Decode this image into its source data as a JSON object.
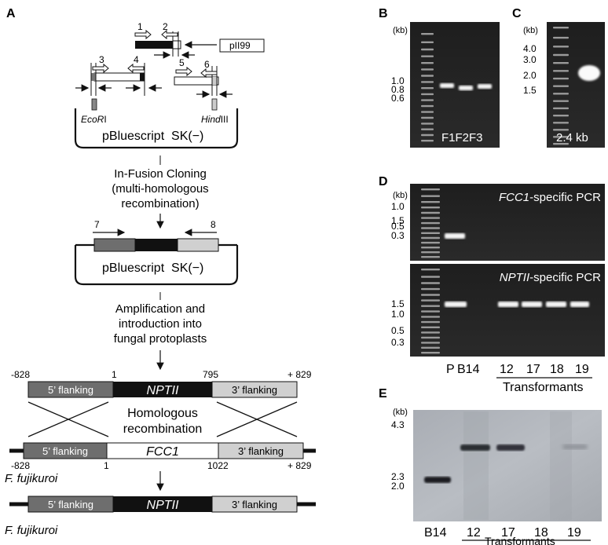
{
  "panels": {
    "A": {
      "label": "A",
      "primers": [
        "1",
        "2",
        "3",
        "4",
        "5",
        "6",
        "7",
        "8"
      ],
      "plasmid_pII99": "pII99",
      "sites": {
        "ecori_italic": "EcoR",
        "ecori_roman": "I",
        "hindiii_italic": "Hind",
        "hindiii_roman": "III"
      },
      "vector": "pBluescript  SK(−)",
      "step1": [
        "In-Fusion Cloning",
        "(multi-homologous",
        "recombination)"
      ],
      "step2": [
        "Amplification and",
        "introduction into",
        "fungal protoplasts"
      ],
      "construct": {
        "left": "-828",
        "start": "1",
        "end": "795",
        "right": "+ 829",
        "flank5": "5’ flanking",
        "marker": "NPTII",
        "flank3": "3’ flanking"
      },
      "homologous": [
        "Homologous",
        "recombination"
      ],
      "genome": {
        "left": "-828",
        "start": "1",
        "end": "1022",
        "right": "+ 829",
        "gene": "FCC1",
        "organism": "F. fujikuroi"
      },
      "result_organism": "F. fujikuroi",
      "colors": {
        "dark_gray": "#6e6e6e",
        "black": "#111111",
        "light_gray": "#cfcfcf"
      }
    },
    "B": {
      "label": "B",
      "unit": "(kb)",
      "markers": [
        "1.0",
        "0.8",
        "0.6"
      ],
      "lanes": "F1F2F3"
    },
    "C": {
      "label": "C",
      "unit": "(kb)",
      "markers": [
        "4.0",
        "3.0",
        "2.0",
        "1.5"
      ],
      "caption": "2.4 kb"
    },
    "D": {
      "label": "D",
      "unit": "(kb)",
      "top_title_italic": "FCC1",
      "top_title_rest": "-specific PCR",
      "top_markers": [
        "1.5",
        "1.0",
        "0.5",
        "0.3"
      ],
      "bottom_title_italic": "NPTII",
      "bottom_title_rest": "-specific PCR",
      "bottom_markers": [
        "1.5",
        "1.0",
        "0.5",
        "0.3"
      ],
      "lanes": [
        "P",
        "B14",
        "12",
        "17",
        "18",
        "19"
      ],
      "group_label": "Transformants"
    },
    "E": {
      "label": "E",
      "unit": "(kb)",
      "markers": [
        "4.3",
        "2.3",
        "2.0"
      ],
      "lanes": [
        "B14",
        "12",
        "17",
        "18",
        "19"
      ],
      "group_label": "Transformants"
    }
  }
}
